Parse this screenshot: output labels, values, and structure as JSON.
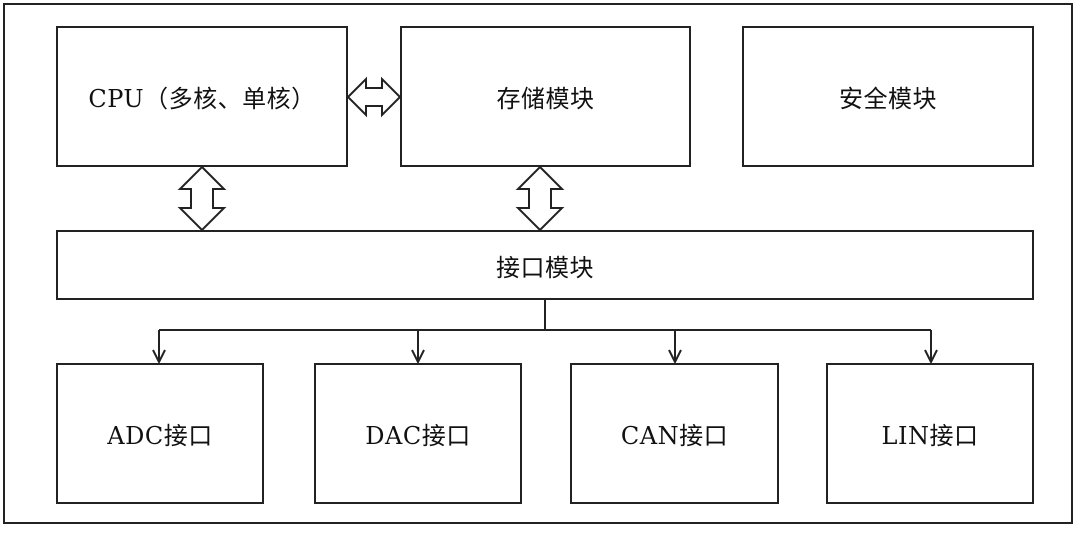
{
  "diagram": {
    "cpu": "CPU（多核、单核）",
    "storage": "存储模块",
    "security": "安全模块",
    "interface": "接口模块",
    "adc": "ADC接口",
    "dac": "DAC接口",
    "can": "CAN接口",
    "lin": "LIN接口"
  }
}
